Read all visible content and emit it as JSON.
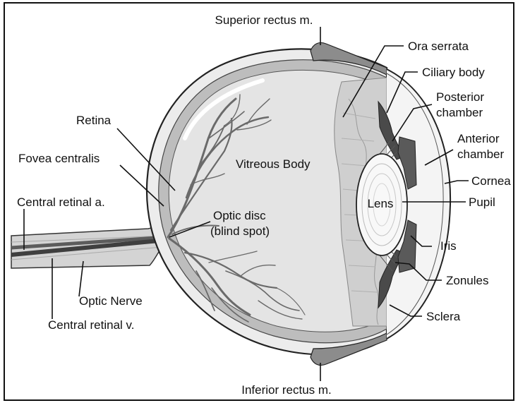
{
  "labels": {
    "superior_rectus": "Superior rectus m.",
    "ora_serrata": "Ora serrata",
    "ciliary_body": "Ciliary body",
    "posterior_chamber_1": "Posterior",
    "posterior_chamber_2": "chamber",
    "anterior_chamber_1": "Anterior",
    "anterior_chamber_2": "chamber",
    "cornea": "Cornea",
    "pupil": "Pupil",
    "iris": "Iris",
    "zonules": "Zonules",
    "sclera": "Sclera",
    "inferior_rectus": "Inferior rectus m.",
    "retina": "Retina",
    "fovea_centralis": "Fovea centralis",
    "central_retinal_a": "Central retinal a.",
    "optic_nerve": "Optic Nerve",
    "central_retinal_v": "Central retinal v.",
    "vitreous_body": "Vitreous Body",
    "optic_disc_1": "Optic disc",
    "optic_disc_2": "(blind spot)",
    "lens": "Lens"
  },
  "colors": {
    "sclera_fill": "#e6e6e6",
    "vitreous_fill": "#e2e2e2",
    "retina_band": "#bdbdbd",
    "vessel": "#6a6a6a",
    "muscle": "#8c8c8c",
    "ciliary": "#4a4a4a",
    "lens_fill": "#f7f7f7",
    "cornea_fill": "#f4f4f4"
  }
}
